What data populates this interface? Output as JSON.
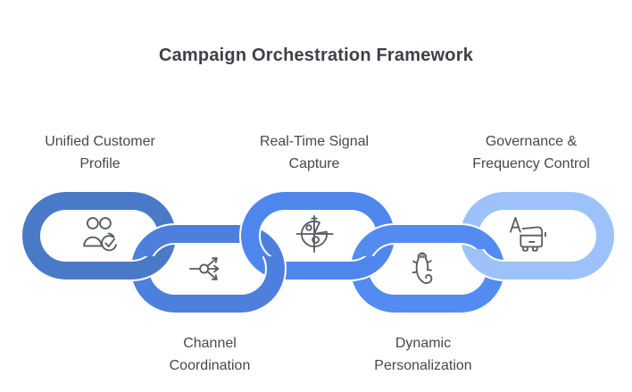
{
  "title": "Campaign Orchestration Framework",
  "colors": {
    "background": "#ffffff",
    "title_text": "#3d4147",
    "label_text": "#45484e",
    "icon_stroke": "#585c63",
    "link_keyline": "#ffffff"
  },
  "steps": [
    {
      "label": "Unified Customer Profile",
      "icon": "users-check-icon",
      "color": "#4a79c7",
      "position": "top"
    },
    {
      "label": "Channel Coordination",
      "icon": "share-branch-icon",
      "color": "#4d80dd",
      "position": "bottom"
    },
    {
      "label": "Real-Time Signal Capture",
      "icon": "radar-icon",
      "color": "#4e86ec",
      "position": "top"
    },
    {
      "label": "Dynamic Personalization",
      "icon": "chameleon-icon",
      "color": "#538bf0",
      "position": "bottom"
    },
    {
      "label": "Governance & Frequency Control",
      "icon": "printing-press-icon",
      "color": "#9cc2f9",
      "position": "top"
    }
  ]
}
